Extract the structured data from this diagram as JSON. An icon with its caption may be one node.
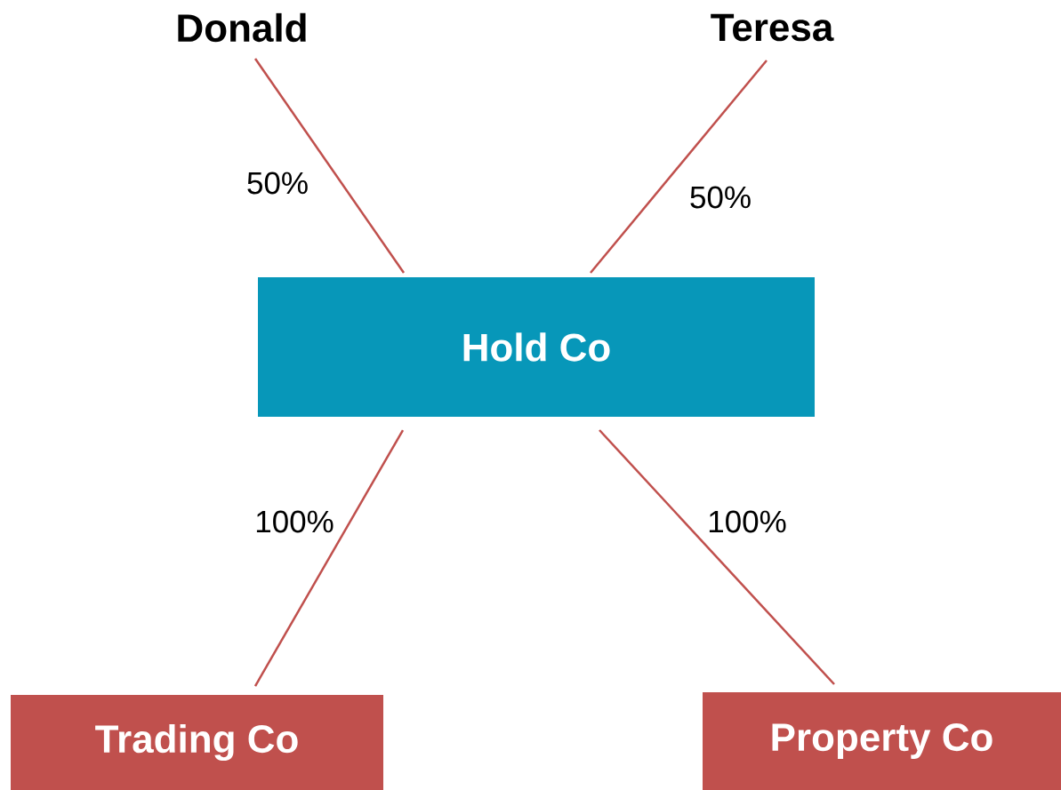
{
  "diagram": {
    "nodes": [
      {
        "text": [
          "Donald"
        ]
      },
      {
        "text": [
          "Teresa"
        ]
      },
      {
        "text": [
          "Hold Co"
        ]
      },
      {
        "text": [
          "Trading Co"
        ]
      },
      {
        "text": [
          "Property Co"
        ]
      }
    ],
    "edges": [
      {
        "from": 0,
        "to": 2,
        "arrow": "none",
        "label": "50%"
      },
      {
        "from": 1,
        "to": 2,
        "arrow": "none",
        "label": "50%"
      },
      {
        "from": 2,
        "to": 3,
        "arrow": "none",
        "label": "100%"
      },
      {
        "from": 2,
        "to": 4,
        "arrow": "none",
        "label": "100%"
      }
    ]
  }
}
